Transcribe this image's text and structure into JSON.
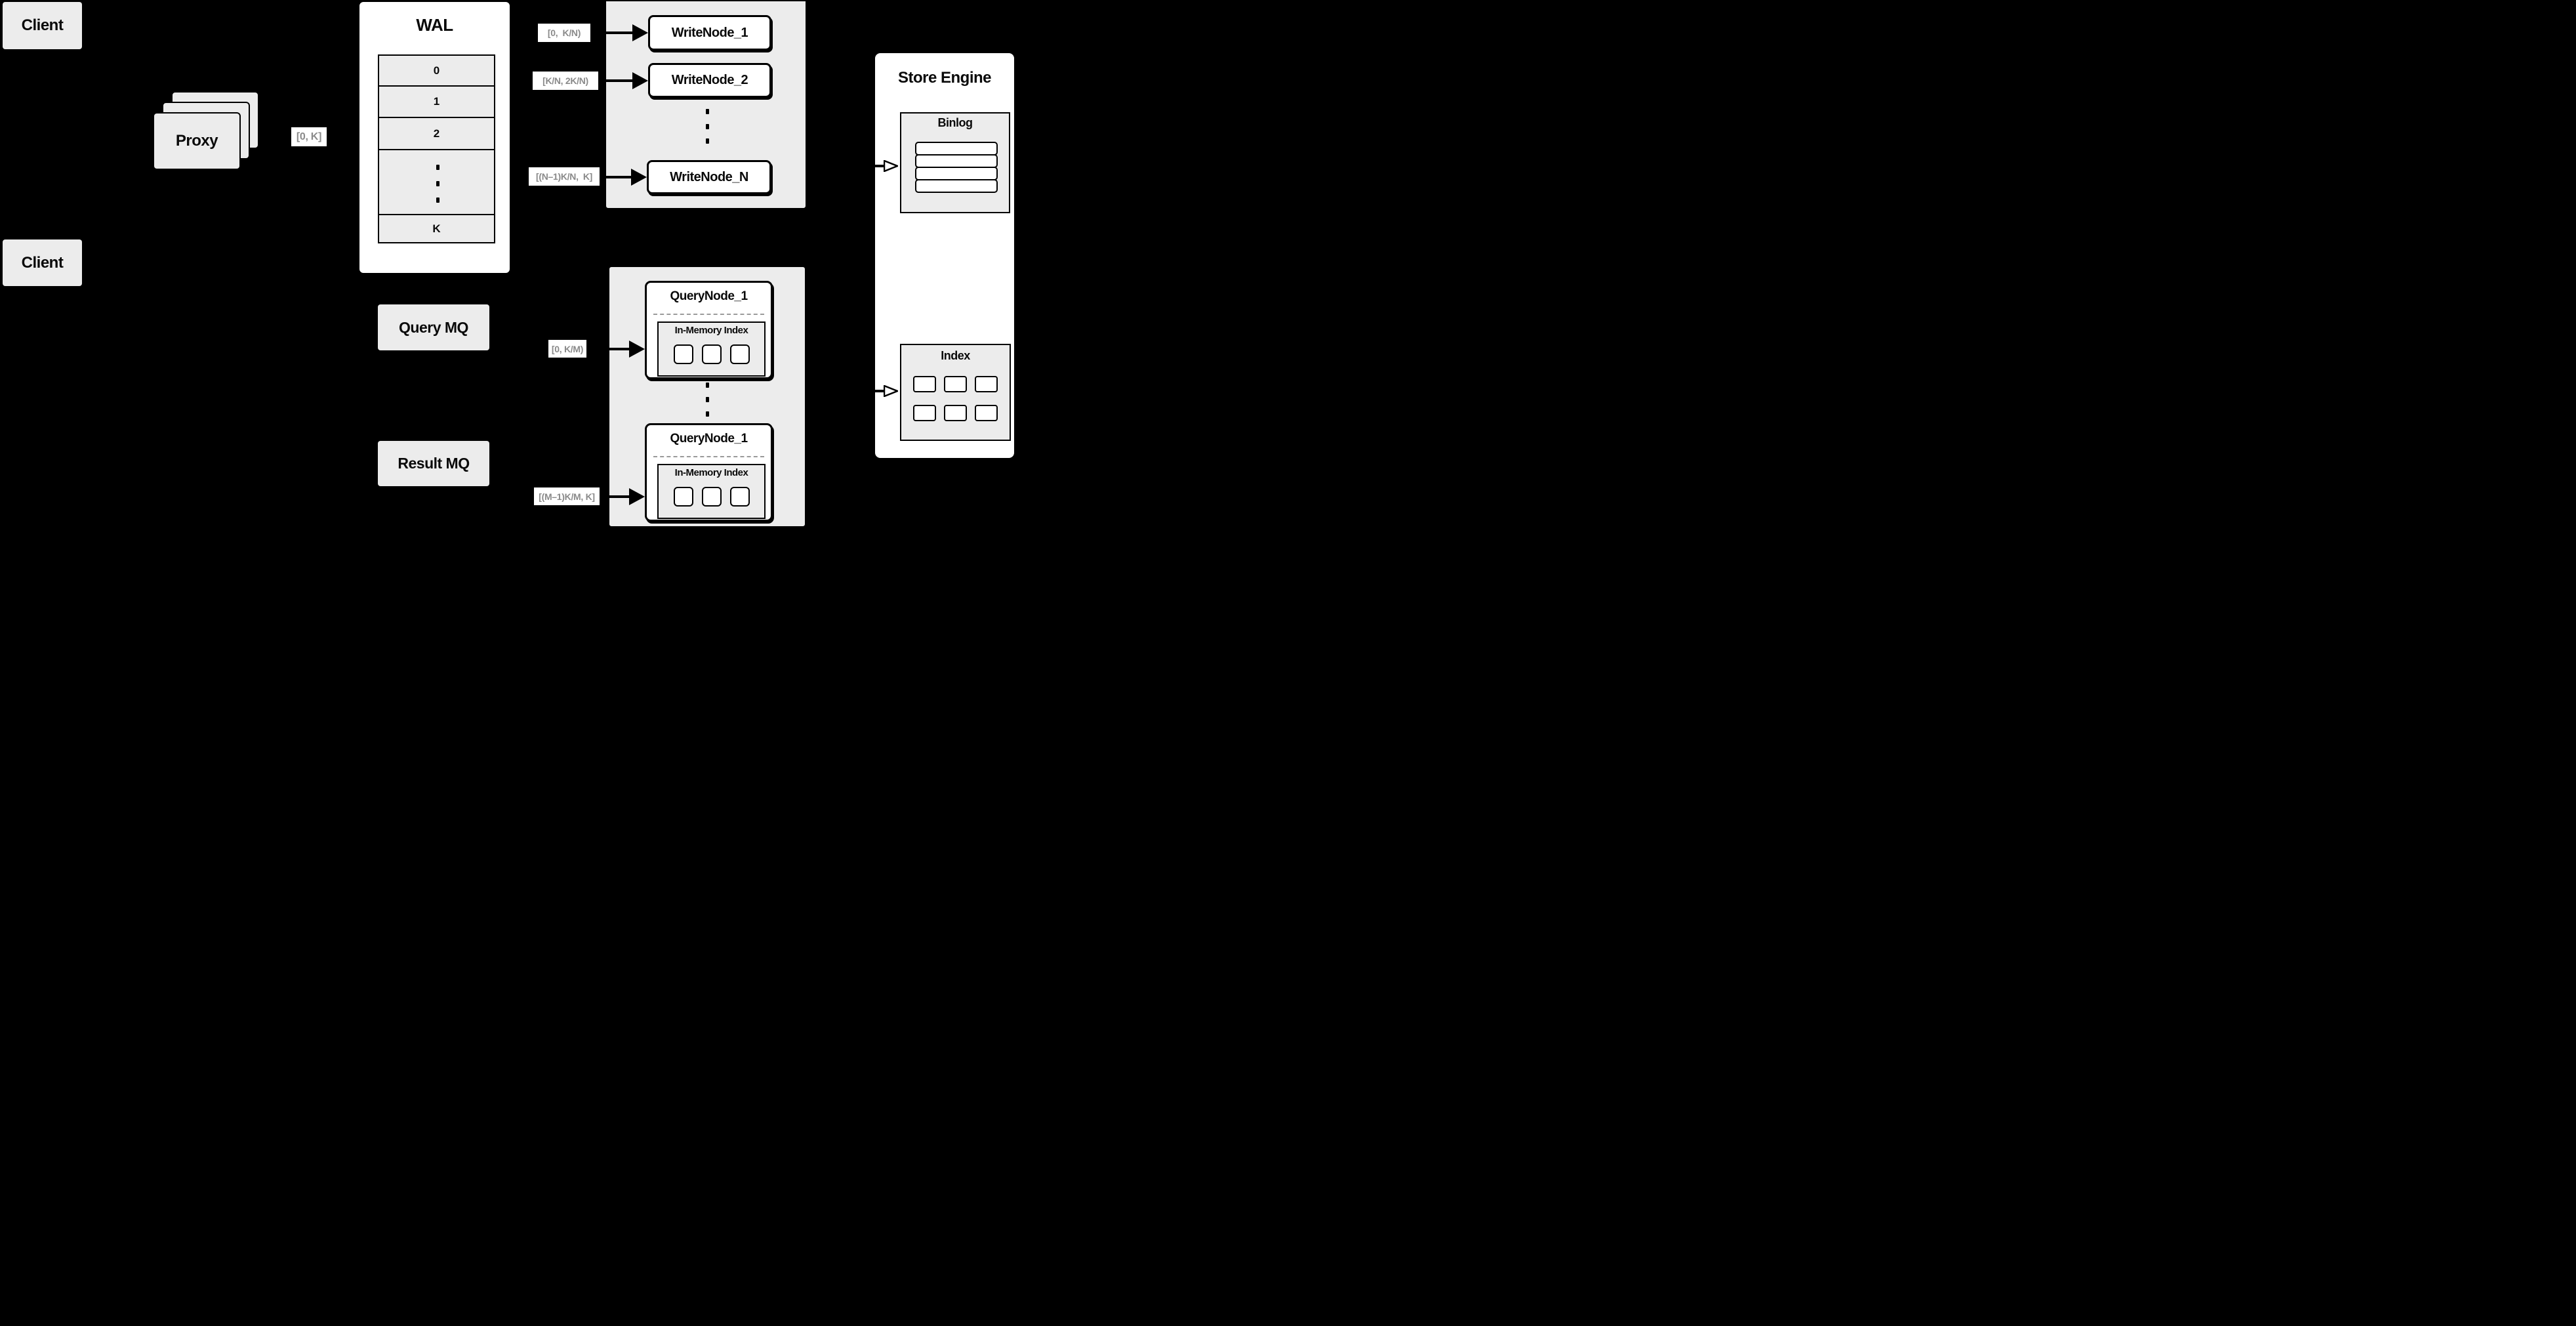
{
  "colors": {
    "background": "#000000",
    "panel_gray": "#ececec",
    "node_white": "#ffffff",
    "label_text": "#8a8a8a",
    "line": "#000000"
  },
  "clients": {
    "top": "Client",
    "bottom": "Client"
  },
  "proxy": {
    "label": "Proxy",
    "range": "[0, K]"
  },
  "wal": {
    "title": "WAL",
    "rows": [
      "0",
      "1",
      "2"
    ],
    "last_row": "K"
  },
  "write_cluster": {
    "nodes": [
      "WriteNode_1",
      "WriteNode_2",
      "WriteNode_N"
    ],
    "ranges": [
      "[0,  K/N)",
      "[K/N, 2K/N)",
      "[(N–1)K/N,  K]"
    ]
  },
  "mq": {
    "query": "Query MQ",
    "result": "Result MQ"
  },
  "query_cluster": {
    "nodes": [
      {
        "title": "QueryNode_1",
        "index_label": "In-Memory Index"
      },
      {
        "title": "QueryNode_1",
        "index_label": "In-Memory Index"
      }
    ],
    "ranges": [
      "[0, K/M)",
      "[(M–1)K/M, K]"
    ]
  },
  "store_engine": {
    "title": "Store Engine",
    "binlog_title": "Binlog",
    "index_title": "Index"
  }
}
